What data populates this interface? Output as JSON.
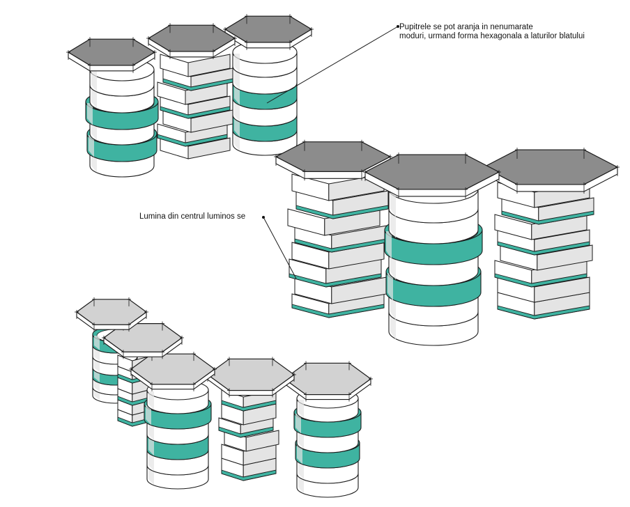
{
  "annotations": {
    "arrangement_note_line1": "Pupitrele se pot aranja in nenumarate",
    "arrangement_note_line2": "moduri, urmand forma hexagonala a laturilor blatului",
    "light_note": "Lumina din centrul luminos se"
  },
  "colors": {
    "teal": "#3fb3a1",
    "top_dark": "#8c8c8c",
    "top_light": "#d2d2d2",
    "white": "#ffffff",
    "shade": "#e4e4e4",
    "line": "#1a1a1a"
  }
}
